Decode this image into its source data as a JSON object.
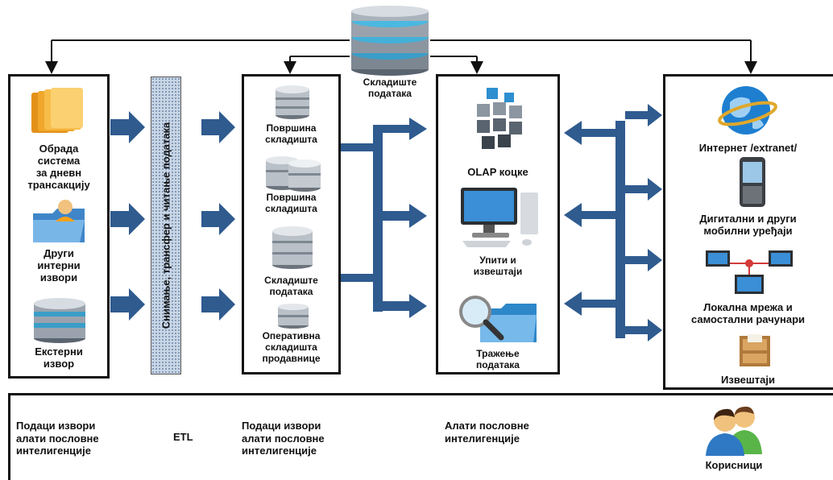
{
  "top": {
    "warehouse_label": "Складиште\nподатака"
  },
  "sources": {
    "items": [
      {
        "label": "Обрада\nсистема\nза дневн\nтрансакцију"
      },
      {
        "label": "Други\nинтерни\nизвори"
      },
      {
        "label": "Екстерни\nизвор"
      }
    ]
  },
  "etl_bar": {
    "label": "Снимање, трансфер и читање података"
  },
  "storage": {
    "items": [
      {
        "label": "Површина\nскладишта"
      },
      {
        "label": "Површина\nскладишта"
      },
      {
        "label": "Складиште\nподатака"
      },
      {
        "label": "Оперативна\nскладишта\nпродавнице"
      }
    ]
  },
  "tools": {
    "items": [
      {
        "label": "OLAP коцке"
      },
      {
        "label": "Упити и\nизвештаји"
      },
      {
        "label": "Тражење\nподатака"
      }
    ]
  },
  "users": {
    "items": [
      {
        "label": "Интернет /extranet/"
      },
      {
        "label": "Дигитални и други\nмобилни уређаји"
      },
      {
        "label": "Локална мрежа и\nсамостални рачунари"
      },
      {
        "label": "Извештаји"
      }
    ]
  },
  "bottom": {
    "step1": "Подаци извори\nалати пословне\nинтелигенције",
    "etl": "ETL",
    "step2": "Подаци извори\nалати пословне\nинтелигенције",
    "step3": "Алати пословне\nинтелигенције",
    "users_label": "Корисници"
  },
  "colors": {
    "arrow": "#2f5b8f",
    "frame": "#111111",
    "db_blue": "#4aa3c8",
    "folder": "#f0a72b"
  }
}
